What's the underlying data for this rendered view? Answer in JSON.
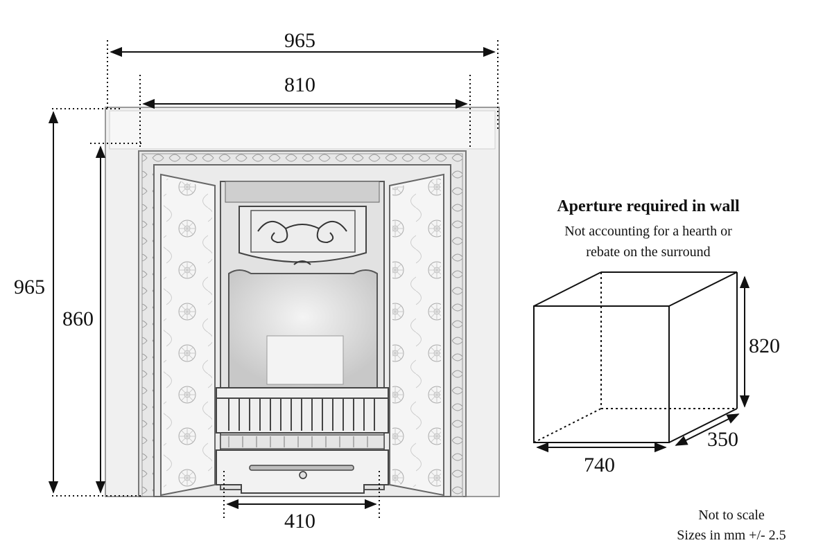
{
  "dimensions": {
    "overall_width": "965",
    "opening_width": "810",
    "overall_height": "965",
    "opening_height": "860",
    "grate_width": "410"
  },
  "aperture": {
    "title": "Aperture required in wall",
    "note_line1": "Not accounting for a hearth or",
    "note_line2": "rebate on the surround",
    "height": "820",
    "depth": "350",
    "width": "740"
  },
  "footer": {
    "scale_note": "Not to scale",
    "sizes_note": "Sizes in mm +/- 2.5"
  }
}
